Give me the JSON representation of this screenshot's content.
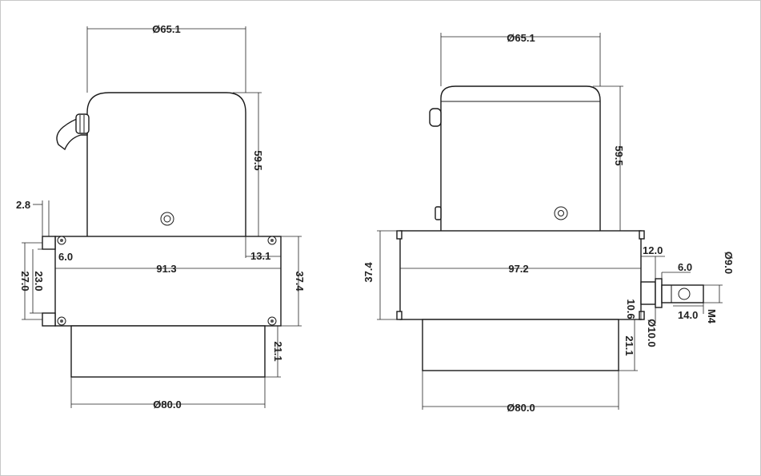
{
  "left_view": {
    "dims": {
      "top_dia": "Ø65.1",
      "upper_height": "59.5",
      "left_tab": "2.8",
      "tab_offset": "6.0",
      "inner_height": "23.0",
      "outer_height": "27.0",
      "width": "91.3",
      "right_offset": "13.1",
      "body_height": "37.4",
      "lower_height": "21.1",
      "bottom_dia": "Ø80.0"
    }
  },
  "right_view": {
    "dims": {
      "top_dia": "Ø65.1",
      "upper_height": "59.5",
      "body_height": "37.4",
      "width": "97.2",
      "shaft_offset": "12.0",
      "shaft_step": "6.0",
      "hole_dia": "Ø9.0",
      "shaft_len": "10.6",
      "shaft_dia": "Ø10.0",
      "shaft_ext": "14.0",
      "thread": "M4",
      "lower_height": "21.1",
      "bottom_dia": "Ø80.0"
    }
  }
}
